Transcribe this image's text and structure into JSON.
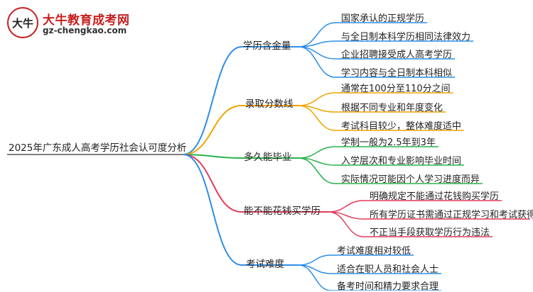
{
  "logo": {
    "mark": "大牛",
    "title": "大牛教育成考网",
    "url": "gz-chengkao.com"
  },
  "root": {
    "title": "2025年广东成人高考学历社会认可度分析"
  },
  "colors": {
    "root_line": "#555555",
    "branch_1": "#2d8ee6",
    "branch_2": "#f0a400",
    "branch_3": "#2ab34b",
    "branch_4": "#e23c5c",
    "branch_5": "#2d8ee6"
  },
  "branches": [
    {
      "label": "学历含金量",
      "leaves": [
        "国家承认的正规学历",
        "与全日制本科学历相同法律效力",
        "企业招聘接受成人高考学历",
        "学习内容与全日制本科相似"
      ]
    },
    {
      "label": "录取分数线",
      "leaves": [
        "通常在100分至110分之间",
        "根据不同专业和年度变化",
        "考试科目较少，整体难度适中"
      ]
    },
    {
      "label": "多久能毕业",
      "leaves": [
        "学制一般为2.5年到3年",
        "入学层次和专业影响毕业时间",
        "实际情况可能因个人学习进度而异"
      ]
    },
    {
      "label": "能不能花钱买学历",
      "leaves": [
        "明确规定不能通过花钱购买学历",
        "所有学历证书需通过正规学习和考试获得",
        "不正当手段获取学历行为违法"
      ]
    },
    {
      "label": "考试难度",
      "leaves": [
        "考试难度相对较低",
        "适合在职人员和社会人士",
        "备考时间和精力要求合理"
      ]
    }
  ]
}
